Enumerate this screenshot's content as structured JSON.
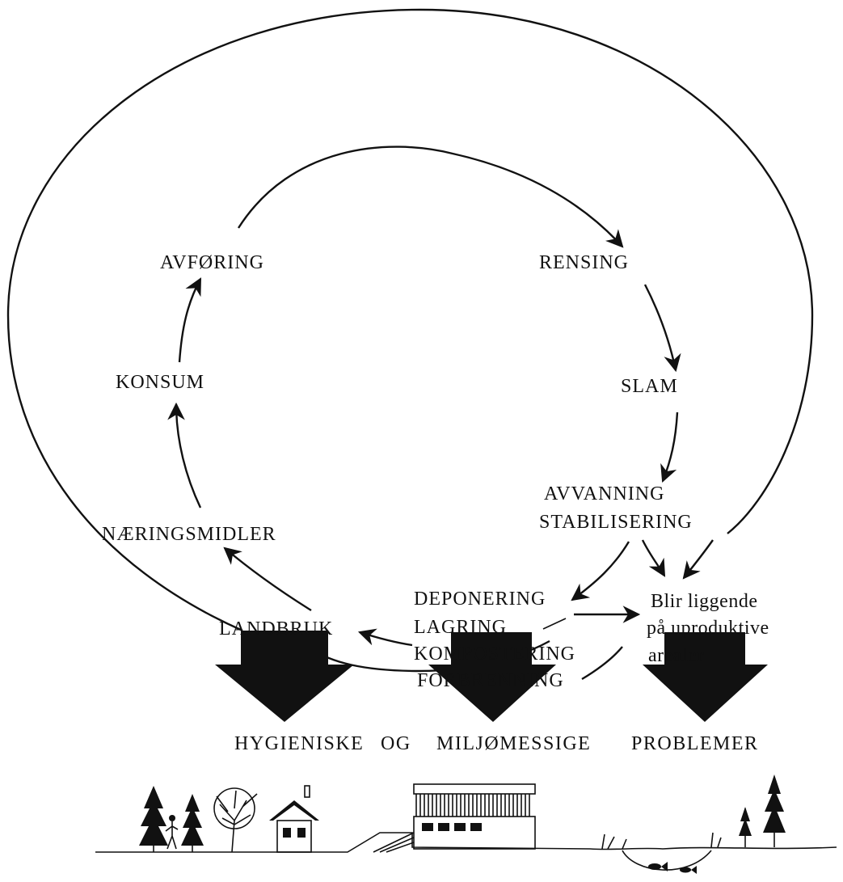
{
  "cycle": {
    "avforing": "AVFØRING",
    "rensing": "RENSING",
    "konsum": "KONSUM",
    "slam": "SLAM",
    "avvanning": "AVVANNING",
    "stabilisering": "STABILISERING",
    "naeringsmidler": "NÆRINGSMIDLER",
    "landbruk": "LANDBRUK"
  },
  "disposal": {
    "deponering": "DEPONERING",
    "lagring": "LAGRING",
    "kompostering": "KOMPOSTERING",
    "forbrenning": "FORBRENNING"
  },
  "unproductive": {
    "line1": "Blir liggende",
    "line2": "på uproduktive",
    "line3": "arealer"
  },
  "problems": {
    "word1": "HYGIENISKE",
    "word2": "OG",
    "word3": "MILJØMESSIGE",
    "word4": "PROBLEMER"
  }
}
